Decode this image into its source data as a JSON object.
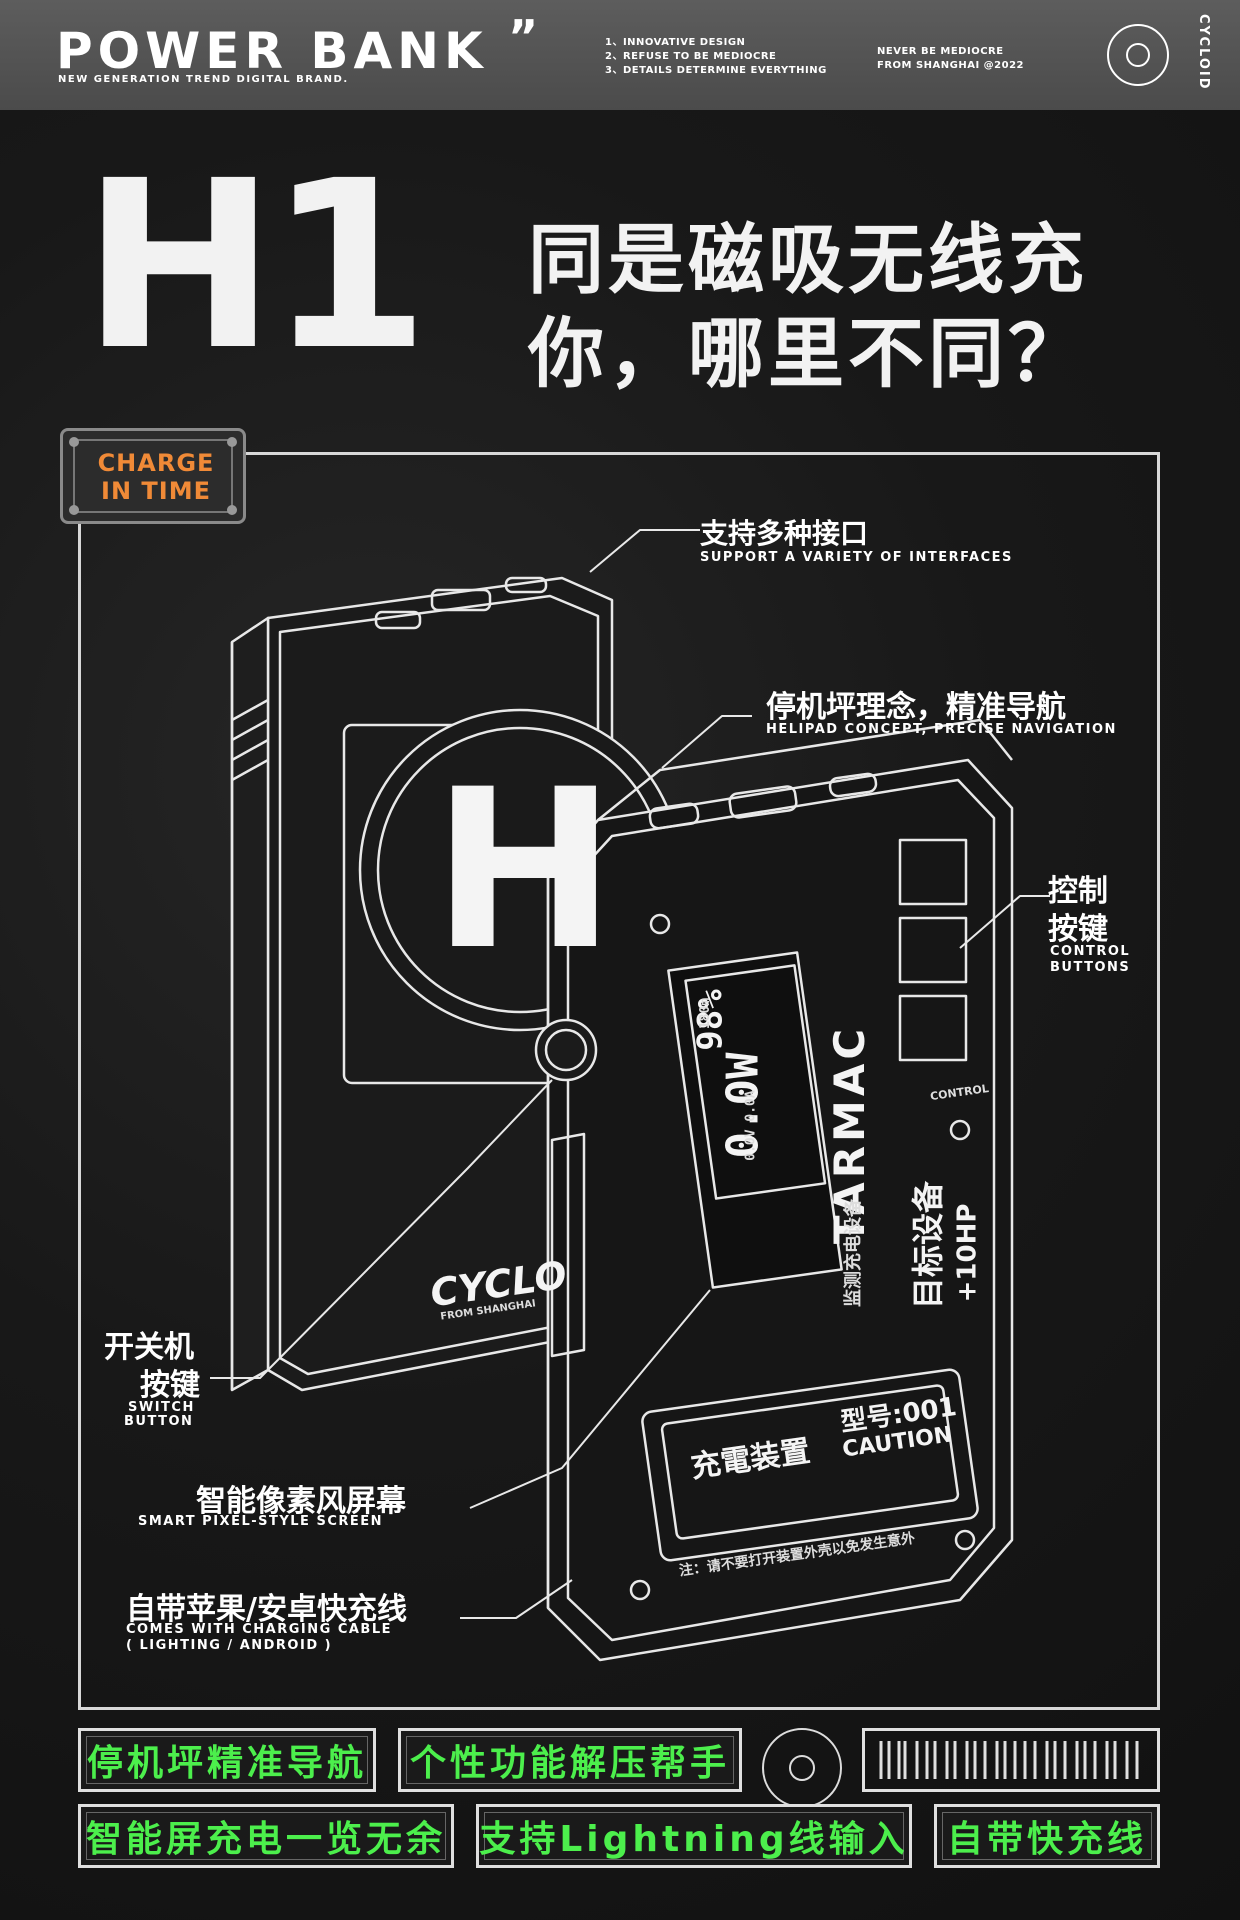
{
  "header": {
    "brand_title": "POWER BANK",
    "quote_mark": "”",
    "brand_subtitle": "NEW GENERATION TREND DIGITAL BRAND.",
    "bullets": [
      "1、INNOVATIVE DESIGN",
      "2、REFUSE TO BE MEDIOCRE",
      "3、DETAILS DETERMINE EVERYTHING"
    ],
    "motto": [
      "NEVER BE MEDIOCRE",
      "FROM SHANGHAI @2022"
    ],
    "side_brand": "CYCLOID"
  },
  "hero": {
    "model": "H1",
    "headline_line1": "同是磁吸无线充",
    "headline_line2": "你，哪里不同？"
  },
  "badge": {
    "line1": "CHARGE",
    "line2": "IN TIME"
  },
  "device": {
    "logo_letter": "H",
    "brand_text": "CYCLO",
    "brand_sub": "FROM SHANGHAI",
    "screen_power": "0.0W",
    "screen_percent": "98%",
    "screen_volt": "0.0V 0.0A",
    "screen_hour": "180m",
    "name": "TARMAC",
    "monitor_text": "监测充电设备",
    "target_text": "目标设备",
    "hp_text": "+10HP",
    "control_label": "CONTROL",
    "plate_cn": "充電装置",
    "plate_model": "型号:001",
    "plate_caution": "CAUTION",
    "warning": "注：请不要打开装置外壳以免发生意外"
  },
  "callouts": [
    {
      "cn": "支持多种接口",
      "en": "SUPPORT A VARIETY OF INTERFACES"
    },
    {
      "cn": "停机坪理念，精准导航",
      "en": "HELIPAD CONCEPT, PRECISE NAVIGATION"
    },
    {
      "cn_line1": "控制",
      "cn_line2": "按键",
      "en_line1": "CONTROL",
      "en_line2": "BUTTONS"
    },
    {
      "cn_line1": "开关机",
      "cn_line2": "按键",
      "en_line1": "SWITCH",
      "en_line2": "BUTTON"
    },
    {
      "cn": "智能像素风屏幕",
      "en": "SMART PIXEL-STYLE SCREEN"
    },
    {
      "cn": "自带苹果/安卓快充线",
      "en_line1": "COMES WITH CHARGING CABLE",
      "en_line2": "( LIGHTING / ANDROID )"
    }
  ],
  "tags": [
    "停机坪精准导航",
    "个性功能解压帮手",
    "智能屏充电一览无余",
    "支持Lightning线输入",
    "自带快充线"
  ],
  "colors": {
    "accent_orange": "#f08a37",
    "accent_green": "#4cef4c",
    "header_gray": "#555555",
    "background": "#161616"
  }
}
